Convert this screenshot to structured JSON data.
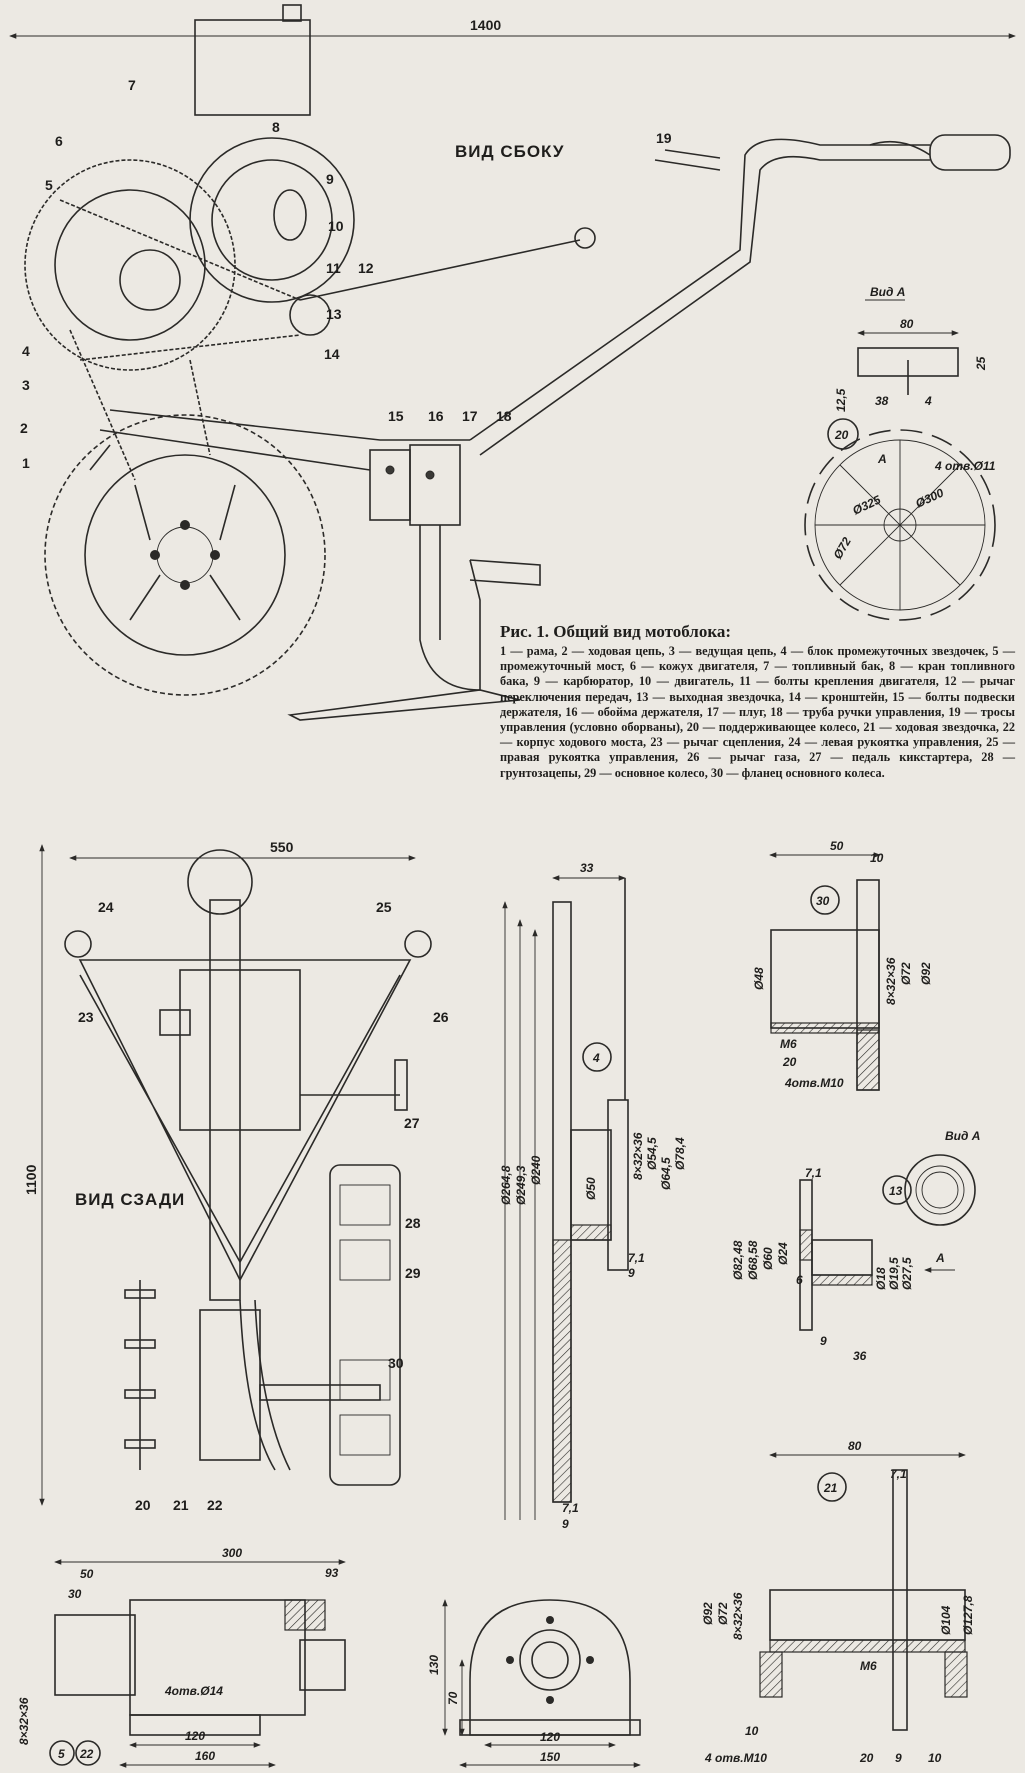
{
  "top_view": {
    "overall_dim": "1400",
    "view_title": "ВИД СБОКУ",
    "part_labels": [
      "1",
      "2",
      "3",
      "4",
      "5",
      "6",
      "7",
      "8",
      "9",
      "10",
      "11",
      "12",
      "13",
      "14",
      "15",
      "16",
      "17",
      "18",
      "19"
    ]
  },
  "view_a_top": {
    "title": "Вид А",
    "dims": [
      "80",
      "25",
      "12,5",
      "38",
      "4"
    ],
    "part_badge": "20",
    "arrow_label": "А",
    "holes": "4 отв.Ø11",
    "diameters": [
      "Ø325",
      "Ø300",
      "Ø72"
    ]
  },
  "caption": {
    "title": "Рис. 1. Общий вид мотоблока:",
    "text": "1 — рама, 2 — ходовая цепь, 3 — ведущая цепь, 4 — блок промежуточных звездочек, 5 — промежуточный мост, 6 — кожух двигателя, 7 — топливный бак, 8 — кран топливного бака, 9 — карбюратор, 10 — двигатель, 11 — болты крепления двигателя, 12 — рычаг переключения передач, 13 — выходная звездочка, 14 — кронштейн, 15 — болты подвески держателя, 16 — обойма держателя, 17 — плуг, 18 — труба ручки управления, 19 — тросы управления (условно оборваны), 20 — поддерживающее колесо, 21 — ходовая звездочка, 22 — корпус ходового моста, 23 — рычаг сцепления, 24 — левая рукоятка управления, 25 — правая рукоятка управления, 26 — рычаг газа, 27 — педаль кикстартера, 28 — грунтозацепы, 29 — основное колесо, 30 — фланец основного колеса."
  },
  "rear_view": {
    "view_title": "ВИД СЗАДИ",
    "width_dim": "550",
    "height_dim": "1100",
    "part_labels": [
      "23",
      "24",
      "25",
      "26",
      "27",
      "28",
      "29",
      "30",
      "20",
      "21",
      "22"
    ]
  },
  "part_4": {
    "badge": "4",
    "dims": [
      "33",
      "Ø264,8",
      "Ø249,3",
      "Ø240",
      "Ø50",
      "8×32×36",
      "Ø54,5",
      "Ø64,5",
      "Ø78,4",
      "7,1",
      "9",
      "7,1",
      "9"
    ]
  },
  "part_30": {
    "badge": "30",
    "dims": [
      "50",
      "10",
      "Ø48",
      "8×32×36",
      "Ø72",
      "Ø92",
      "M6",
      "20",
      "4отв.M10"
    ]
  },
  "part_13": {
    "badge": "13",
    "view_title": "Вид А",
    "arrow_label": "А",
    "dims": [
      "7,1",
      "Ø82,48",
      "Ø68,58",
      "Ø60",
      "Ø24",
      "6",
      "Ø18",
      "Ø19,5",
      "Ø27,5",
      "9",
      "36"
    ]
  },
  "part_21": {
    "badge": "21",
    "dims": [
      "80",
      "7,1",
      "Ø92",
      "Ø72",
      "8×32×36",
      "Ø104",
      "Ø127,8",
      "M6",
      "10",
      "4 отв.M10",
      "20",
      "9",
      "10"
    ]
  },
  "part_5_22": {
    "badge_a": "5",
    "badge_b": "22",
    "dims": [
      "300",
      "93",
      "50",
      "30",
      "4отв.Ø14",
      "8×32×36",
      "120",
      "160"
    ]
  },
  "bearing_housing": {
    "dims": [
      "130",
      "70",
      "120",
      "150"
    ]
  }
}
